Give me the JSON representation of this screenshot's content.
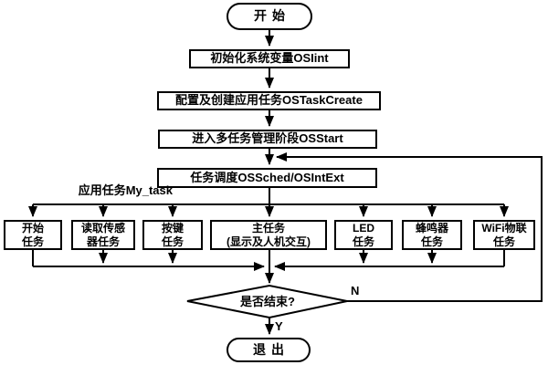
{
  "diagram": {
    "start_label": "开始",
    "steps": [
      {
        "label": "初始化系统变量OSIint"
      },
      {
        "label": "配置及创建应用任务OSTaskCreate"
      },
      {
        "label": "进入多任务管理阶段OSStart"
      },
      {
        "label": "任务调度OSSched/OSIntExt"
      }
    ],
    "task_group_label": "应用任务My_task",
    "tasks": [
      {
        "line1": "开始",
        "line2": "任务"
      },
      {
        "line1": "读取传感",
        "line2": "器任务"
      },
      {
        "line1": "按键",
        "line2": "任务"
      },
      {
        "line1": "主任务",
        "line2": "(显示及人机交互)"
      },
      {
        "line1": "LED",
        "line2": "任务"
      },
      {
        "line1": "蜂鸣器",
        "line2": "任务"
      },
      {
        "line1": "WiFi物联",
        "line2": "任务"
      }
    ],
    "decision_label": "是否结束?",
    "decision_no": "N",
    "decision_yes": "Y",
    "end_label": "退出",
    "colors": {
      "line": "#000000",
      "box_fill": "#ffffff",
      "text": "#000000",
      "background": "#ffffff"
    }
  }
}
